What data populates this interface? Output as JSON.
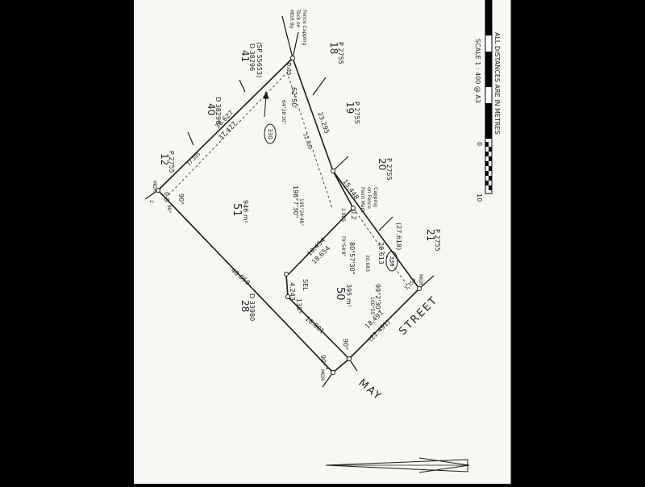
{
  "scale": {
    "title": "SCALE 1 : 400 @ A3",
    "note": "ALL DISTANCES ARE IN METRES",
    "ticks": [
      "0",
      "10"
    ]
  },
  "street": {
    "word1": "MAY",
    "word2": "STREET"
  },
  "neighbours": {
    "n12": {
      "num": "12",
      "plan": "P 2755"
    },
    "n40": {
      "num": "40",
      "plan": "D 38296"
    },
    "n41": {
      "num": "41",
      "plan": "D 38296",
      "sp": "(SP 55653)"
    },
    "n18": {
      "num": "18",
      "plan": "P 2755"
    },
    "n19": {
      "num": "19",
      "plan": "P 2755"
    },
    "n20": {
      "num": "20",
      "plan": "P 2755"
    },
    "n21": {
      "num": "21",
      "plan": "P 2755"
    },
    "n28": {
      "num": "28",
      "plan": "D 33980"
    }
  },
  "lots": {
    "l51": {
      "num": "51",
      "area": "946 m²"
    },
    "l50": {
      "num": "50",
      "area": "395 m²"
    }
  },
  "markers": {
    "m330a": "330",
    "m330b": "330"
  },
  "labels": {
    "mgr_tl": "MGR",
    "mgr_bl": "MGR",
    "mgr_br": "MGR",
    "mgr_top": [
      "MGR By",
      "Tack on",
      "Fence Capping"
    ],
    "paint": [
      "Paint Mark",
      "on Fence",
      "Capping"
    ],
    "sel": "SEL"
  },
  "dims": {
    "d_36627": "36.627",
    "d_37477": "37.477",
    "d_37305": "37.305",
    "d_0_35": "0.35",
    "d_62_50": "62°50'",
    "d_64": "64°28'20\"",
    "d_23295": "23.295",
    "d_22400": "22.400",
    "d_0_5": "0.5",
    "d_90a": "90°",
    "d_90b": "90°",
    "d_198": "198°7'30\"",
    "d_195": "195°24'48\"",
    "d_15448": "15.448",
    "d_0_2": "0.2",
    "d_2985": "2.985",
    "d_79": "79°54'8\"",
    "d_80": "80°57'30\"",
    "d_20613": "20.613",
    "d_27618": "(27.618)",
    "d_20683": "20.683",
    "d_18454": "18.454",
    "d_18654": "18.654",
    "d_4243": "4.243",
    "d_135": "135°",
    "d_48059": "48.059",
    "d_16881": "16.881",
    "d_90c": "90°",
    "d_90d": "90°",
    "d_18491": "18.491",
    "d_22491": "(22.491)",
    "d_3359": "3.359",
    "d_99": "99°2'30\"",
    "d_100": "100°55'",
    "d_4": "4",
    "d_2": "2"
  }
}
